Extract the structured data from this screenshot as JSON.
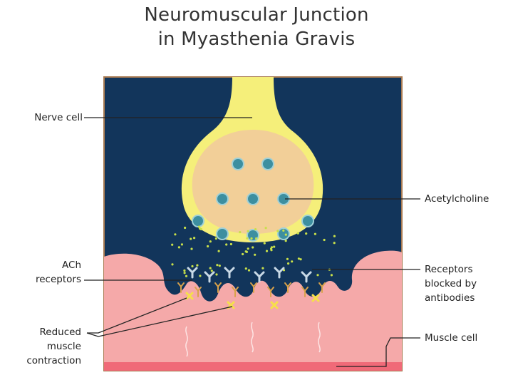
{
  "title": {
    "line1": "Neuromuscular Junction",
    "line2": "in Myasthenia Gravis"
  },
  "labels": {
    "nerve_cell": "Nerve cell",
    "ach_receptors_1": "ACh",
    "ach_receptors_2": "receptors",
    "reduced_1": "Reduced",
    "reduced_2": "muscle",
    "reduced_3": "contraction",
    "acetylcholine": "Acetylcholine",
    "blocked_1": "Receptors",
    "blocked_2": "blocked by",
    "blocked_3": "antibodies",
    "muscle_cell": "Muscle cell"
  },
  "colors": {
    "background_panel": "#12355b",
    "nerve_outer": "#f5ef7a",
    "nerve_inner": "#f2cf98",
    "vesicle": "#3d8fa0",
    "muscle": "#f5a9a9",
    "muscle_base": "#f06a78",
    "dots": "#c8e04a",
    "x_marks": "#f6e04a",
    "receptor": "#d9a24a",
    "antibody": "#c9d9e6"
  }
}
